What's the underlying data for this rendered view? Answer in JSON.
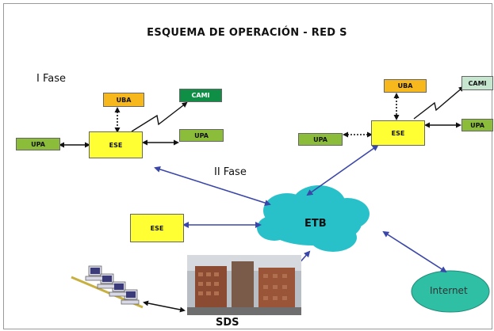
{
  "diagram": {
    "title": "ESQUEMA DE OPERACIÓN - RED S",
    "phase1_label": "I Fase",
    "phase2_label": "II Fase",
    "nodes": {
      "upa_left": "UPA",
      "ese_left": "ESE",
      "uba_left": "UBA",
      "cami_left": "CAMI",
      "upa_mid": "UPA",
      "uba_right": "UBA",
      "cami_right": "CAMI",
      "upa_right_far": "UPA",
      "upa_right_near": "UPA",
      "ese_right": "ESE",
      "ese_center": "ESE",
      "etb": "ETB",
      "internet": "Internet",
      "sds": "SDS"
    },
    "colors": {
      "ese": "#ffff33",
      "upa": "#8cbd3a",
      "uba": "#f6b81c",
      "cami_left": "#0f8f45",
      "cami_right": "#c6e6d0",
      "cloud": "#29c1c9",
      "internet": "#2fbfa4",
      "connector": "#3a46a8"
    }
  }
}
